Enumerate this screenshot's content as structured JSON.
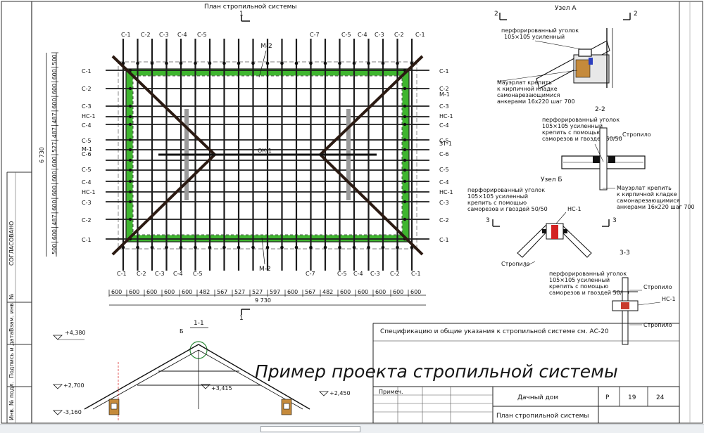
{
  "sheet": {
    "plan_title": "План стропильной системы",
    "caption": "Пример проекта стропильной системы"
  },
  "plan": {
    "rafter_labels_top": [
      "С-1",
      "С-2",
      "С-3",
      "С-4",
      "С-5",
      "С-7",
      "С-5",
      "С-4",
      "С-3",
      "С-2",
      "С-1"
    ],
    "rafter_labels_bottom": [
      "С-1",
      "С-2",
      "С-3",
      "С-4",
      "С-5",
      "С-7",
      "С-5",
      "С-4",
      "С-3",
      "С-2",
      "С-1"
    ],
    "rafter_labels_left": [
      "С-1",
      "С-2",
      "С-3",
      "НС-1",
      "С-4",
      "С-5",
      "М-1",
      "С-6",
      "С-5",
      "С-4",
      "НС-1",
      "С-3",
      "С-2",
      "С-1"
    ],
    "rafter_labels_right": [
      "С-1",
      "С-2",
      "М-1",
      "С-3",
      "НС-1",
      "С-4",
      "С-5",
      "ЗТ-1",
      "С-6",
      "С-5",
      "С-4",
      "НС-1",
      "С-3",
      "С-2",
      "С-1"
    ],
    "mauerlat_top": "М-2",
    "mauerlat_bottom": "М-2",
    "ridge_label": "ОК-1",
    "section_marks": {
      "top": "1",
      "bottom": "1"
    },
    "dimension_bottom": [
      "600",
      "600",
      "600",
      "600",
      "600",
      "482",
      "567",
      "527",
      "527",
      "597",
      "600",
      "567",
      "482",
      "600",
      "600",
      "600",
      "600",
      "600"
    ],
    "dimension_bottom_total": "9 730",
    "dimension_left": [
      "500",
      "600",
      "600",
      "600",
      "487",
      "487",
      "527",
      "600",
      "600",
      "600",
      "600",
      "487",
      "600",
      "500"
    ],
    "dimension_left_total": "6 730"
  },
  "node_a": {
    "title": "Узел А",
    "marks": [
      "2",
      "2"
    ],
    "note_top": "перфорированный уголок 105×105 усиленный",
    "note_bottom": "Мауэрлат крепить к кирпичной кладке самонарезающимися анкерами 16х220 шаг 700"
  },
  "section_2_2": {
    "title": "2-2",
    "note": "перфорированный уголок 105×105 усиленный крепить с помощью саморезов и гвоздей 50/50",
    "rafter_label": "Стропило"
  },
  "node_b": {
    "title": "Узел Б",
    "note": "перфорированный уголок 105×105 усиленный крепить с помощью саморезов и гвоздей 50/50",
    "note_right": "Мауэрлат крепить к кирпичной кладке самонарезающимися анкерами 16х220 шаг 700",
    "beam_label": "НС-1",
    "rafter_label": "Стропило",
    "marks": [
      "3",
      "3"
    ]
  },
  "section_3_3": {
    "title": "3-3",
    "note": "перфорированный уголок 105×105 усиленный крепить с помощью саморезов и гвоздей 50/50",
    "labels": [
      "Стропило",
      "НС-1",
      "Стропило"
    ]
  },
  "section_1_1": {
    "title": "1-1",
    "node_mark": "Б",
    "levels": [
      "+4,380",
      "+2,700",
      "+3,415",
      "+2,450",
      "-3,160"
    ]
  },
  "title_block": {
    "spec_note": "Спецификацию и общие указания к стропильной системе см. АС-20",
    "project": "Дачный дом",
    "stage": "Р",
    "sheet": "19",
    "sheets": "24",
    "sheet_name": "План стропильной системы",
    "cell_small": "Примеч."
  },
  "side_stamp": {
    "approved": "СОГЛАСОВАНО",
    "inv_orig": "Инв. № подл.",
    "sign_date": "Подпись и дата",
    "inv_dup": "Взам. инв. №"
  }
}
